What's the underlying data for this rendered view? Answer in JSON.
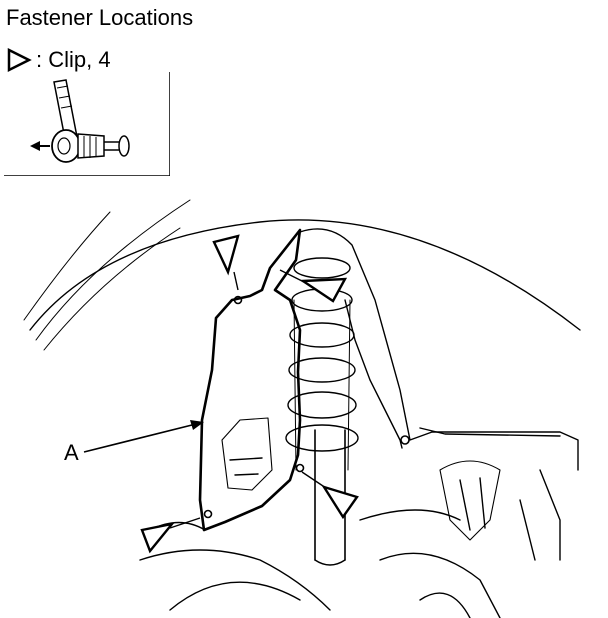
{
  "title": "Fastener Locations",
  "legend": {
    "symbol": "clip-triangle-icon",
    "text": ": Clip, 4"
  },
  "callouts": [
    {
      "label": "A"
    }
  ],
  "colors": {
    "line": "#000000",
    "background": "#ffffff"
  }
}
